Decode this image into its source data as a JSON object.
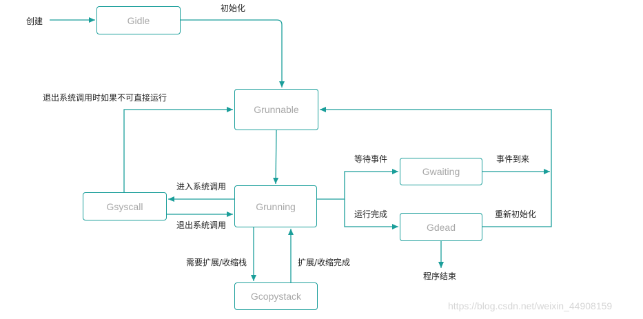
{
  "theme": {
    "stroke": "#1a9e9a",
    "node_text": "#a7a7a7",
    "label_text": "#222222"
  },
  "nodes": {
    "gidle": "Gidle",
    "grunnable": "Grunnable",
    "grunning": "Grunning",
    "gsyscall": "Gsyscall",
    "gwaiting": "Gwaiting",
    "gdead": "Gdead",
    "gcopystack": "Gcopystack"
  },
  "labels": {
    "create": "创建",
    "init": "初始化",
    "syscall_exit_not_runnable": "退出系统调用时如果不可直接运行",
    "enter_syscall": "进入系统调用",
    "exit_syscall": "退出系统调用",
    "wait_event": "等待事件",
    "event_arrived": "事件到来",
    "finish_running": "运行完成",
    "reinit": "重新初始化",
    "program_end": "程序结束",
    "need_stack_resize": "需要扩展/收缩栈",
    "stack_resize_done": "扩展/收缩完成"
  },
  "watermark": "https://blog.csdn.net/weixin_44908159"
}
